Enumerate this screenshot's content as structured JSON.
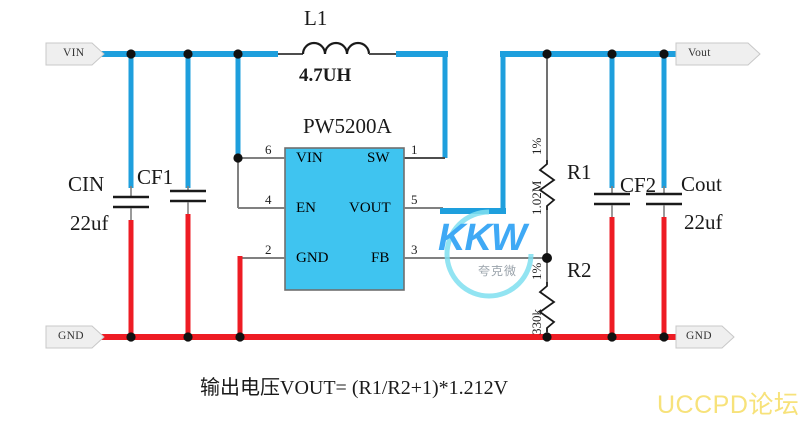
{
  "diagram": {
    "title_ic": "PW5200A",
    "inductor": {
      "ref": "L1",
      "value": "4.7UH"
    },
    "ports": [
      {
        "name": "vin-port",
        "label": "VIN"
      },
      {
        "name": "vout-port",
        "label": "Vout"
      },
      {
        "name": "gnd-port-left",
        "label": "GND"
      },
      {
        "name": "gnd-port-right",
        "label": "GND"
      }
    ],
    "ic": {
      "label": "PW5200A",
      "pins_left": [
        {
          "num": "6",
          "name": "VIN"
        },
        {
          "num": "4",
          "name": "EN"
        },
        {
          "num": "2",
          "name": "GND"
        }
      ],
      "pins_right": [
        {
          "num": "1",
          "name": "SW"
        },
        {
          "num": "5",
          "name": "VOUT"
        },
        {
          "num": "3",
          "name": "FB"
        }
      ]
    },
    "capacitors": [
      {
        "ref": "CIN",
        "value": "22uf"
      },
      {
        "ref": "CF1",
        "value": ""
      },
      {
        "ref": "CF2",
        "value": ""
      },
      {
        "ref": "Cout",
        "value": "22uf"
      }
    ],
    "resistors": [
      {
        "ref": "R1",
        "value": "1.02M",
        "tolerance": "1%"
      },
      {
        "ref": "R2",
        "value": "330k",
        "tolerance": "1%"
      }
    ],
    "formula": "输出电压VOUT= (R1/R2+1)*1.212V",
    "watermark": {
      "brand": "KKW",
      "brand_cn": "夸克微",
      "forum": "UCCPD论坛"
    },
    "colors": {
      "ic_fill": "#3fc4f0",
      "wire_blue": "#1e9fdd",
      "wire_red": "#ee1c24",
      "wire_gray": "#808080",
      "port_fill": "#efefef",
      "watermark_yellow": "#f7e27a"
    }
  }
}
